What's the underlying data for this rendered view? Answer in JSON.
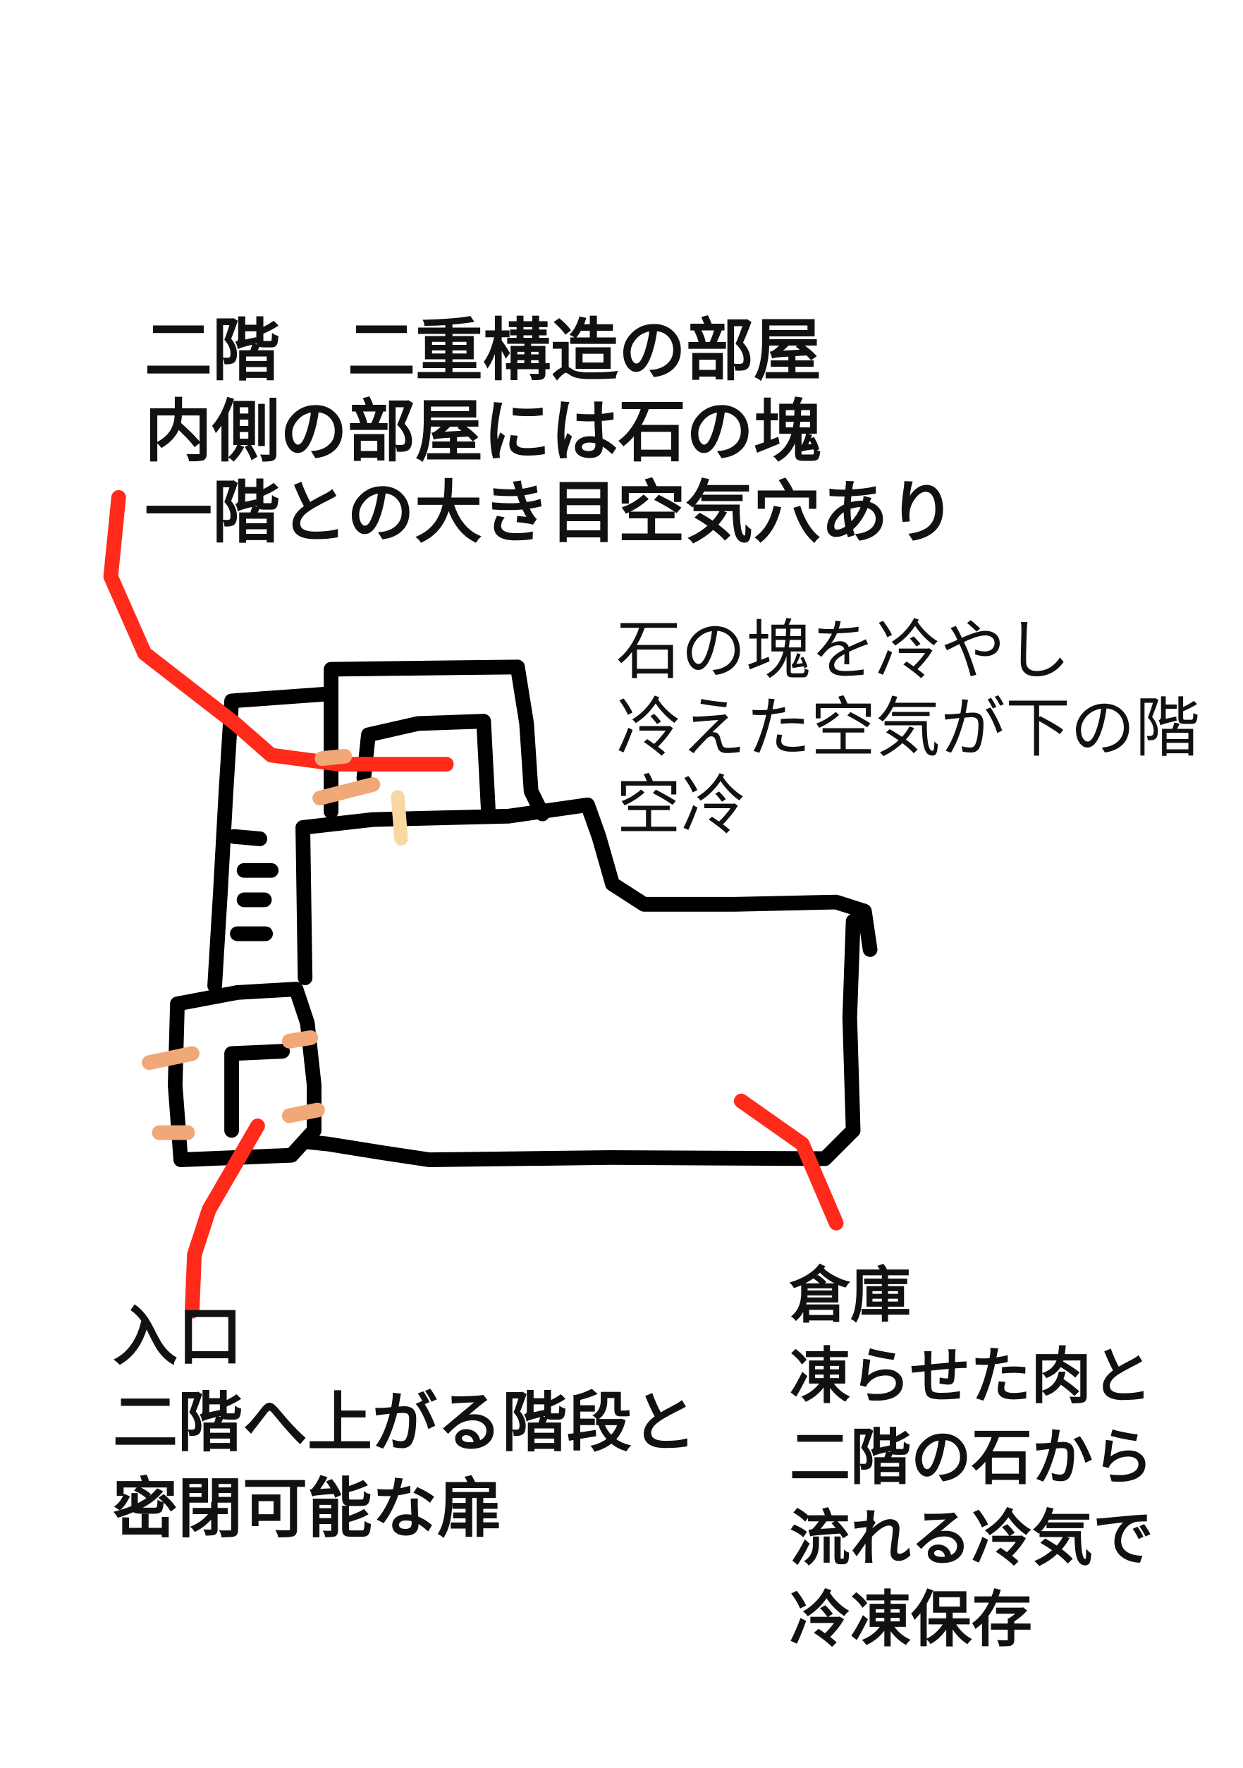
{
  "colors": {
    "walls": "#000000",
    "leader_lines": "#ff2a1a",
    "doors": "#f0a878",
    "vent": "#f8d8a0"
  },
  "annotations": {
    "upper_floor": [
      "二階　二重構造の部屋",
      "内側の部屋には石の塊",
      "一階との大き目空気穴あり"
    ],
    "cooling": [
      "石の塊を冷やし",
      "冷えた空気が下の階",
      "空冷"
    ],
    "entrance": [
      "入口",
      "二階へ上がる階段と",
      "密閉可能な扉"
    ],
    "storage": [
      "倉庫",
      "凍らせた肉と",
      "二階の石から",
      "流れる冷気で",
      "冷凍保存"
    ]
  }
}
